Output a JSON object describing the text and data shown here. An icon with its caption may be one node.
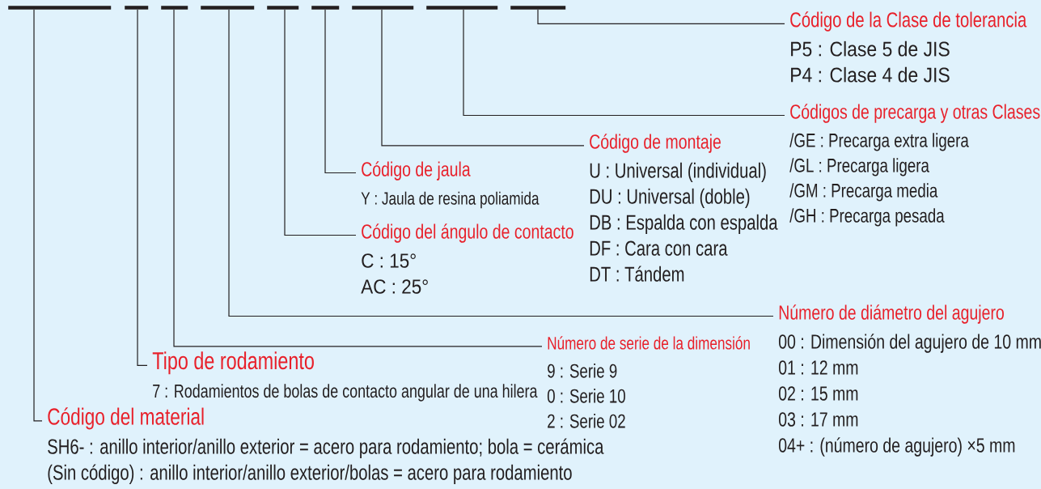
{
  "diagram": {
    "nodes": [
      {
        "text": [],
        "shape": "bar"
      },
      {
        "text": [],
        "shape": "bar"
      },
      {
        "text": [],
        "shape": "bar"
      },
      {
        "text": [],
        "shape": "bar"
      },
      {
        "text": [],
        "shape": "bar"
      },
      {
        "text": [],
        "shape": "bar"
      },
      {
        "text": [],
        "shape": "bar"
      },
      {
        "text": [],
        "shape": "bar"
      },
      {
        "text": [],
        "shape": "bar"
      },
      {
        "text": [
          "Código de la Clase de tolerancia",
          "P5 : Clase 5 de JIS",
          "P4 : Clase 4 de JIS"
        ]
      },
      {
        "text": [
          "Códigos de precarga y otras Clases",
          "/GE : Precarga extra ligera",
          "/GL : Precarga ligera",
          "/GM : Precarga media",
          "/GH : Precarga pesada"
        ]
      },
      {
        "text": [
          "Código de montaje",
          "U : Universal (individual)",
          "DU : Universal (doble)",
          "DB : Espalda con espalda",
          "DF : Cara con cara",
          "DT : Tándem"
        ]
      },
      {
        "text": [
          "Código de jaula",
          "Y : Jaula de resina poliamida"
        ]
      },
      {
        "text": [
          "Código del ángulo de contacto",
          "C : 15°",
          "AC : 25°"
        ]
      },
      {
        "text": [
          "Número de diámetro del agujero",
          "00 : Dimensión del agujero de 10 mm",
          "01 : 12 mm",
          "02 : 15 mm",
          "03 : 17 mm",
          "04+ : (número de agujero) ×5 mm"
        ]
      },
      {
        "text": [
          "Número de serie de la dimensión",
          "9 : Serie 9",
          "0 : Serie 10",
          "2 : Serie 02"
        ]
      },
      {
        "text": [
          "Tipo de rodamiento",
          "7 : Rodamientos de bolas de contacto angular de una hilera"
        ]
      },
      {
        "text": [
          "Código del material",
          "SH6- : anillo interior/anillo exterior = acero para rodamiento; bola = cerámica",
          "(Sin código) : anillo interior/anillo exterior/bolas = acero para rodamiento"
        ]
      }
    ],
    "edges": [
      {
        "from": 0,
        "to": 17,
        "arrow": "none"
      },
      {
        "from": 1,
        "to": 16,
        "arrow": "none"
      },
      {
        "from": 2,
        "to": 15,
        "arrow": "none"
      },
      {
        "from": 3,
        "to": 14,
        "arrow": "none"
      },
      {
        "from": 4,
        "to": 13,
        "arrow": "none"
      },
      {
        "from": 5,
        "to": 12,
        "arrow": "none"
      },
      {
        "from": 6,
        "to": 11,
        "arrow": "none"
      },
      {
        "from": 7,
        "to": 10,
        "arrow": "none"
      },
      {
        "from": 8,
        "to": 9,
        "arrow": "none"
      }
    ]
  }
}
